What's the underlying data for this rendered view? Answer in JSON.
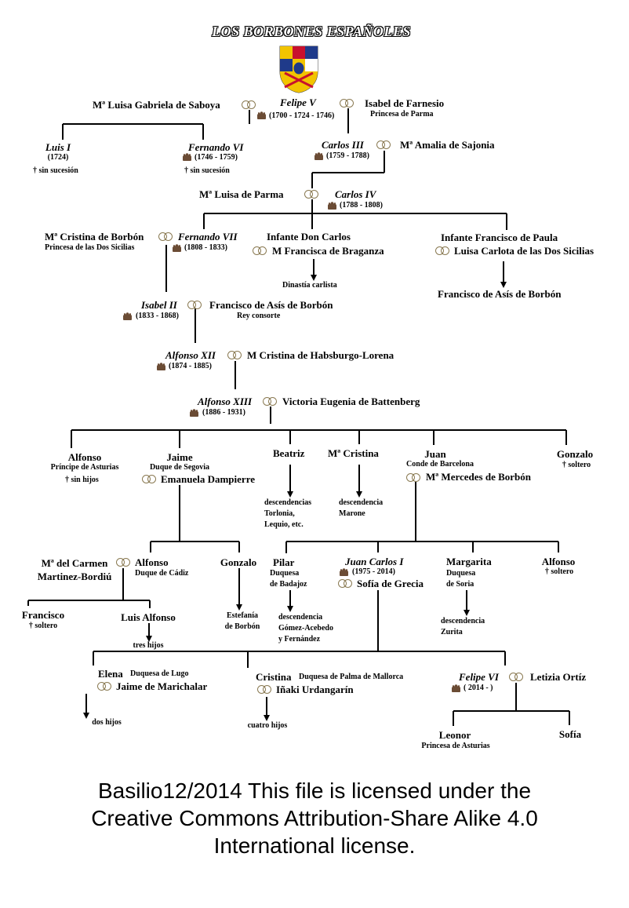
{
  "title": "LOS BORBONES ESPAÑOLES",
  "coat_of_arms": {
    "name": "coat-of-arms",
    "colors": [
      "#c8102e",
      "#f2c400",
      "#1f3a8a"
    ]
  },
  "colors": {
    "line": "#000000",
    "rings": "#8a7a52",
    "crown": "#6b4c35"
  },
  "nodes": {
    "luisa_gabriela": {
      "name": "Mª Luisa Gabriela de Saboya"
    },
    "felipe_v": {
      "name": "Felipe V",
      "reign": "(1700 - 1724 - 1746)"
    },
    "isabel_farnesio": {
      "name": "Isabel de Farnesio",
      "title": "Princesa de Parma"
    },
    "luis_i": {
      "name": "Luis I",
      "reign": "(1724)",
      "note": "† sin sucesión"
    },
    "fernando_vi": {
      "name": "Fernando VI",
      "reign": "(1746 - 1759)",
      "note": "† sin sucesión"
    },
    "carlos_iii": {
      "name": "Carlos III",
      "reign": "(1759 - 1788)"
    },
    "amalia_sajonia": {
      "name": "Mª Amalia de Sajonia"
    },
    "luisa_parma": {
      "name": "Mª Luisa de Parma"
    },
    "carlos_iv": {
      "name": "Carlos IV",
      "reign": "(1788 - 1808)"
    },
    "cristina_borbon": {
      "name": "Mª Cristina de Borbón",
      "title": "Princesa de las Dos Sicilias"
    },
    "fernando_vii": {
      "name": "Fernando VII",
      "reign": "(1808 - 1833)"
    },
    "don_carlos": {
      "name": "Infante Don Carlos",
      "spouse": "M  Francisca de Braganza",
      "note": "Dinastía carlista"
    },
    "francisco_paula": {
      "name": "Infante Francisco de Paula",
      "spouse": "Luisa Carlota de las Dos Sicilias",
      "child": "Francisco de Asís de Borbón"
    },
    "isabel_ii": {
      "name": "Isabel II",
      "reign": "(1833 - 1868)"
    },
    "francisco_asis": {
      "name": "Francisco de Asís de Borbón",
      "title": "Rey consorte"
    },
    "alfonso_xii": {
      "name": "Alfonso XII",
      "reign": "(1874 - 1885)",
      "spouse": "M  Cristina de Habsburgo-Lorena"
    },
    "alfonso_xiii": {
      "name": "Alfonso XIII",
      "reign": "(1886 -  1931)",
      "spouse": "Victoria Eugenia de Battenberg"
    },
    "alfonso_asturias": {
      "name": "Alfonso",
      "title": "Príncipe de Asturias",
      "note": "† sin hijos"
    },
    "jaime": {
      "name": "Jaime",
      "title": "Duque de Segovia",
      "spouse": "Emanuela Dampierre"
    },
    "beatriz": {
      "name": "Beatriz",
      "note": "descendencias\nTorlonia,\nLequio, etc."
    },
    "maria_cristina": {
      "name": "Mª Cristina",
      "note": "descendencia\nMarone"
    },
    "juan": {
      "name": "Juan",
      "title": "Conde de Barcelona",
      "spouse": "Mª Mercedes de Borbón"
    },
    "gonzalo_1": {
      "name": "Gonzalo",
      "note": "† soltero"
    },
    "carmen_martinez": {
      "name": "Mª del Carmen\nMartinez-Bordiú"
    },
    "alfonso_cadiz": {
      "name": "Alfonso",
      "title": "Duque de Cádiz"
    },
    "gonzalo_2": {
      "name": "Gonzalo",
      "note": "Estefanía\nde Borbón"
    },
    "francisco": {
      "name": "Francisco",
      "note": "† soltero"
    },
    "luis_alfonso": {
      "name": "Luis Alfonso",
      "note": "tres hijos"
    },
    "pilar": {
      "name": "Pilar",
      "title": "Duquesa\nde Badajoz",
      "note": "descendencia\nGómez-Acebedo\ny Fernández"
    },
    "juan_carlos_i": {
      "name": "Juan Carlos I",
      "reign": "(1975 - 2014)",
      "spouse": "Sofía de Grecia"
    },
    "margarita": {
      "name": "Margarita",
      "title": "Duquesa\nde Soria",
      "note": "descendencia\nZurita"
    },
    "alfonso_2": {
      "name": "Alfonso",
      "note": "† soltero"
    },
    "elena": {
      "name": "Elena",
      "title": "Duquesa de Lugo",
      "spouse": "Jaime de Marichalar",
      "note": "dos hijos"
    },
    "cristina": {
      "name": "Cristina",
      "title": "Duquesa de Palma de Mallorca",
      "spouse": "Iñaki Urdangarín",
      "note": "cuatro hijos"
    },
    "felipe_vi": {
      "name": "Felipe VI",
      "reign": "( 2014 - )"
    },
    "letizia": {
      "name": "Letizia Ortíz"
    },
    "leonor": {
      "name": "Leonor",
      "title": "Princesa de Asturias"
    },
    "sofia": {
      "name": "Sofía"
    }
  },
  "license": {
    "line1": "Basilio12/2014 This file is licensed under the",
    "line2": "Creative Commons Attribution-Share Alike 4.0",
    "line3": "International license."
  }
}
